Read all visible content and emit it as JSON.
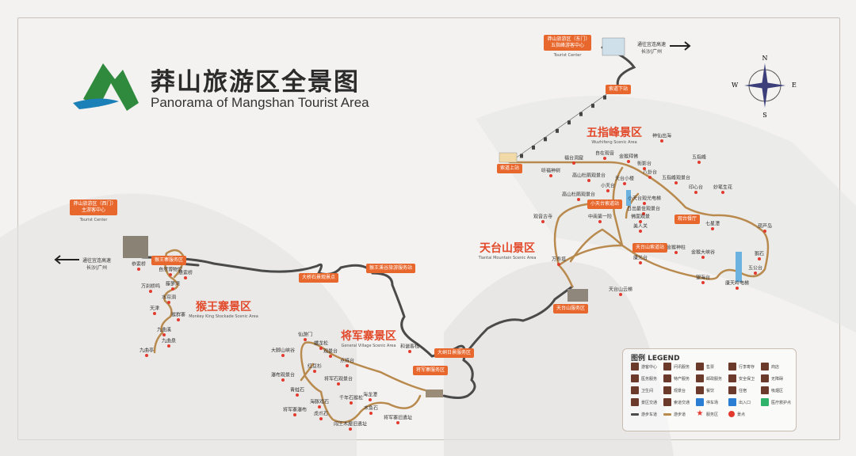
{
  "header": {
    "title_cn": "莽山旅游区全景图",
    "title_en": "Panorama of Mangshan Tourist Area"
  },
  "colors": {
    "trail": "#b98a4e",
    "road": "#4a4a4a",
    "accent": "#e8672d",
    "area_title": "#e24a2b",
    "service_icon": "#6b3a2a"
  },
  "compass": {
    "n": "N",
    "s": "S",
    "e": "E",
    "w": "W"
  },
  "gates": {
    "west": {
      "box": "莽山旅游区（西门）主游客中心",
      "sub": "Tourist Center",
      "road": "通往宜连高速 长沙|广州"
    },
    "east": {
      "box": "莽山旅游区（东门）五指峰游客中心",
      "sub": "Tourist Center",
      "road": "通往宜连高速 长沙|广州"
    }
  },
  "areas": [
    {
      "cn": "猴王寨景区",
      "en": "Monkey King Stockade Scenic Area"
    },
    {
      "cn": "将军寨景区",
      "en": "General Village Scenic Area"
    },
    {
      "cn": "天台山景区",
      "en": "Tiantai Mountain Scenic Area"
    },
    {
      "cn": "五指峰景区",
      "en": "Wuzhifeng Scenic Area"
    }
  ],
  "service_stations": [
    "猴王寨服务区",
    "大桥石景观景点",
    "猴王溪谷旅游服务站",
    "将军寨服务区",
    "大峒日景服务区",
    "天台山服务区",
    "天台山索道站",
    "小天台索道站",
    "观台餐厅",
    "索道上站",
    "索道下站"
  ],
  "spots": [
    "恭索桥",
    "自然博物馆",
    "悬索桥",
    "藤萝湾",
    "万刹桥鸣",
    "水帘洞",
    "天津",
    "猴群寨",
    "九曲溪",
    "九曲泉",
    "九曲亭",
    "仙游门",
    "蟠龙松",
    "观景台",
    "点将台",
    "大脚山峡谷",
    "红豆杉",
    "将军石观景台",
    "瀑布观景台",
    "青蛙石",
    "海豚戏石",
    "千年石猴松",
    "海龙潭",
    "将军寨瀑布",
    "虎爪石",
    "木鱼石",
    "闯王木屋旧遗址",
    "将军寨旧遗址",
    "和谐客栈",
    "神仙出海",
    "五指峰",
    "福台洞窟",
    "自在观音",
    "金猴拜佛",
    "街影台",
    "八卦台",
    "五指峰观景台",
    "印心台",
    "妙笔生花",
    "听福神树",
    "高山杜鹃观景台",
    "天台小楼",
    "小天台",
    "高山杜鹃观景台",
    "小天台观光电梯",
    "日出最佳观景台",
    "观音古寺",
    "中南第一险",
    "佛面观景",
    "美人关",
    "七星潭",
    "万寿塔",
    "金猴神柱",
    "金猴大峡谷",
    "康光台",
    "望海台",
    "康天岭电梯",
    "五公台",
    "葫芦岛",
    "鹅石",
    "天台山云梯"
  ],
  "legend": {
    "title": "图例 LEGEND",
    "items": [
      {
        "label": "游客中心",
        "icon": "info-icon"
      },
      {
        "label": "问讯服务",
        "icon": "question-icon"
      },
      {
        "label": "售票",
        "icon": "ticket-icon"
      },
      {
        "label": "行李寄存",
        "icon": "luggage-icon"
      },
      {
        "label": "商店",
        "icon": "shop-icon"
      },
      {
        "label": "医务服务",
        "icon": "medical-icon"
      },
      {
        "label": "特产服务",
        "icon": "gift-icon"
      },
      {
        "label": "邮政服务",
        "icon": "mail-icon"
      },
      {
        "label": "安全保卫",
        "icon": "security-icon"
      },
      {
        "label": "无障碍",
        "icon": "accessible-icon"
      },
      {
        "label": "卫生间",
        "icon": "toilet-icon"
      },
      {
        "label": "观景台",
        "icon": "viewpoint-icon"
      },
      {
        "label": "餐饮",
        "icon": "restaurant-icon"
      },
      {
        "label": "住宿",
        "icon": "hotel-icon"
      },
      {
        "label": "吸烟区",
        "icon": "smoking-icon"
      },
      {
        "label": "景区交通",
        "icon": "bus-icon"
      },
      {
        "label": "索道交通",
        "icon": "cableway-icon"
      },
      {
        "label": "停车场",
        "icon": "parking-icon",
        "color": "#2a7fd4"
      },
      {
        "label": "出入口",
        "icon": "entrance-icon",
        "color": "#2a7fd4"
      },
      {
        "label": "医疗救护点",
        "icon": "first-aid-icon",
        "color": "#2fb36a"
      },
      {
        "label": "游步车道",
        "icon": "road-line"
      },
      {
        "label": "游步道",
        "icon": "trail-line"
      },
      {
        "label": "服务区",
        "icon": "star-icon"
      },
      {
        "label": "景点",
        "icon": "dot-icon"
      }
    ]
  }
}
